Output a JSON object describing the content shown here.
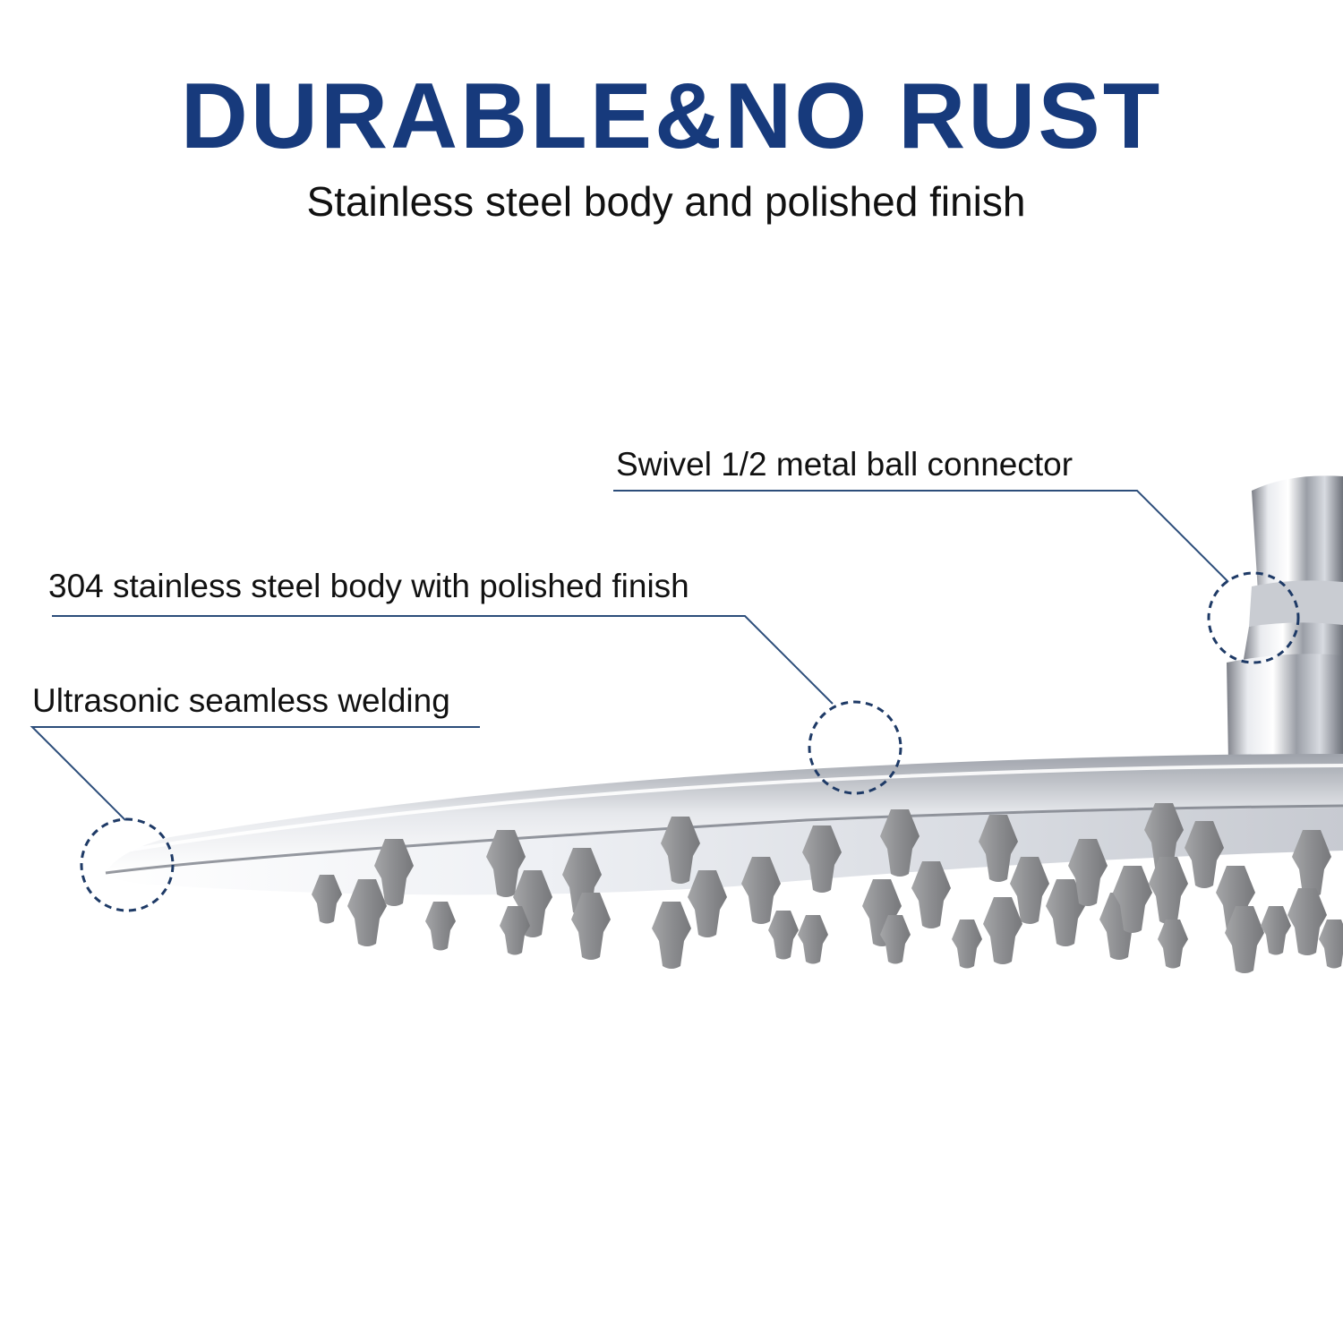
{
  "headline": "DURABLE&NO RUST",
  "subheadline": "Stainless steel body and polished finish",
  "callouts": [
    {
      "label": "Swivel 1/2 metal ball connector"
    },
    {
      "label": "304 stainless steel body with polished finish"
    },
    {
      "label": "Ultrasonic seamless welding"
    }
  ],
  "colors": {
    "headline": "#173a7c",
    "text": "#111111",
    "callout_line": "#2c4d7a",
    "nozzle": "#8f9092",
    "steel_light": "#f4f5f8",
    "steel_dark": "#5c5f66"
  }
}
